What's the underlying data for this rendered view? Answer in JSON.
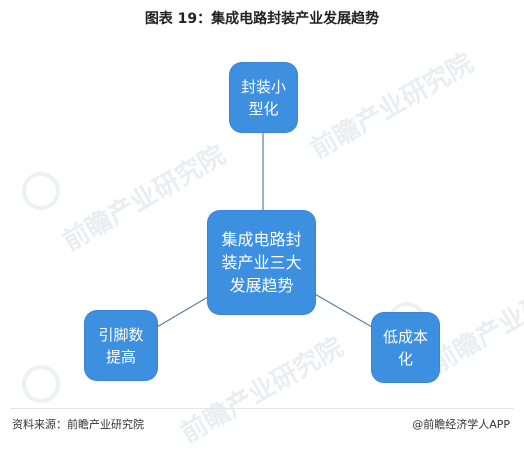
{
  "title": "图表 19：集成电路封装产业发展趋势",
  "center": {
    "line1": "集成电路封",
    "line2": "装产业三大",
    "line3": "发展趋势"
  },
  "nodes": {
    "top": {
      "line1": "封装小",
      "line2": "型化"
    },
    "left": {
      "line1": "引脚数",
      "line2": "提高"
    },
    "right": {
      "line1": "低成本",
      "line2": "化"
    }
  },
  "footer": {
    "source": "资料来源：前瞻产业研究院",
    "credit": "@前瞻经济学人APP"
  },
  "watermark": {
    "text": "前瞻产业研究院"
  },
  "colors": {
    "node_fill": "#3d8fe0",
    "connector": "#5a7fa6"
  }
}
